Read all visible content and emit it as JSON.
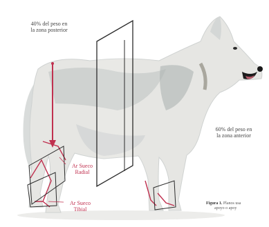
{
  "labels": {
    "posterior": [
      "40% del peso en",
      "la zona posterior"
    ],
    "anterior": [
      "60% del peso en",
      "la zona anterior"
    ],
    "radius": [
      "Ar Sueco",
      "Radial"
    ],
    "tibial": [
      "Ar Sueco",
      "Tibial"
    ],
    "caption_bold": "Figura 1.",
    "caption_text": [
      "Planos usa",
      "apoyo o apoy"
    ]
  },
  "colors": {
    "background": "#ffffff",
    "dog_body": "#e6e6e3",
    "dog_shadow": "#9ea4a4",
    "axis_line": "#c0304f",
    "plane_line": "#2a2a2a",
    "text": "#444444"
  }
}
